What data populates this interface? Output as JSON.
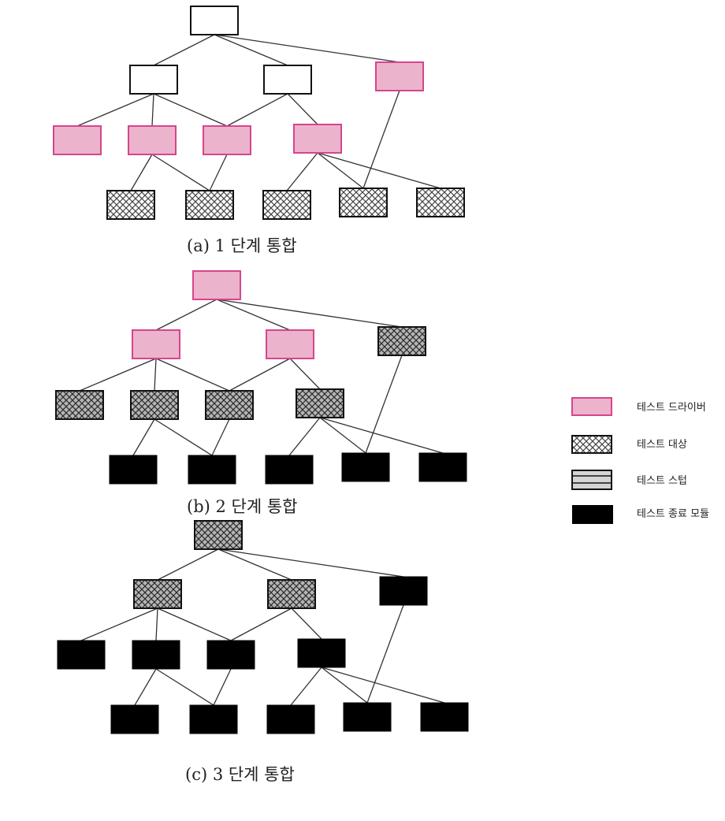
{
  "header_fragment": "",
  "colors": {
    "driver_fill": "#ecb3cc",
    "driver_stroke": "#d6458c",
    "target_fill_light": "#ffffff",
    "target_fill_dark": "#b5b5b5",
    "terminal_fill": "#000000",
    "stub_fill": "#d4d4d4",
    "line": "#333333"
  },
  "legend": {
    "items": [
      {
        "key": "driver",
        "label": "테스트 드라이버"
      },
      {
        "key": "target",
        "label": "테스트 대상"
      },
      {
        "key": "stub",
        "label": "테스트 스텁"
      },
      {
        "key": "terminal",
        "label": "테스트 종료 모듈"
      }
    ]
  },
  "panels": [
    {
      "id": "a",
      "caption": "(a) 1 단계 통합",
      "nodes": [
        {
          "id": "root",
          "type": "plain"
        },
        {
          "id": "m1",
          "type": "plain"
        },
        {
          "id": "m2",
          "type": "plain"
        },
        {
          "id": "m3",
          "type": "driver"
        },
        {
          "id": "l1",
          "type": "driver"
        },
        {
          "id": "l2",
          "type": "driver"
        },
        {
          "id": "l3",
          "type": "driver"
        },
        {
          "id": "l4",
          "type": "driver"
        },
        {
          "id": "b1",
          "type": "target-light"
        },
        {
          "id": "b2",
          "type": "target-light"
        },
        {
          "id": "b3",
          "type": "target-light"
        },
        {
          "id": "b4",
          "type": "target-light"
        },
        {
          "id": "b5",
          "type": "target-light"
        }
      ]
    },
    {
      "id": "b",
      "caption": "(b) 2 단계 통합",
      "nodes": [
        {
          "id": "root",
          "type": "driver"
        },
        {
          "id": "m1",
          "type": "driver"
        },
        {
          "id": "m2",
          "type": "driver"
        },
        {
          "id": "m3",
          "type": "target-dark"
        },
        {
          "id": "l1",
          "type": "target-dark"
        },
        {
          "id": "l2",
          "type": "target-dark"
        },
        {
          "id": "l3",
          "type": "target-dark"
        },
        {
          "id": "l4",
          "type": "target-dark"
        },
        {
          "id": "b1",
          "type": "terminal"
        },
        {
          "id": "b2",
          "type": "terminal"
        },
        {
          "id": "b3",
          "type": "terminal"
        },
        {
          "id": "b4",
          "type": "terminal"
        },
        {
          "id": "b5",
          "type": "terminal"
        }
      ]
    },
    {
      "id": "c",
      "caption": "(c) 3 단계 통합",
      "nodes": [
        {
          "id": "root",
          "type": "target-dark"
        },
        {
          "id": "m1",
          "type": "target-dark"
        },
        {
          "id": "m2",
          "type": "target-dark"
        },
        {
          "id": "m3",
          "type": "terminal"
        },
        {
          "id": "l1",
          "type": "terminal"
        },
        {
          "id": "l2",
          "type": "terminal"
        },
        {
          "id": "l3",
          "type": "terminal"
        },
        {
          "id": "l4",
          "type": "terminal"
        },
        {
          "id": "b1",
          "type": "terminal"
        },
        {
          "id": "b2",
          "type": "terminal"
        },
        {
          "id": "b3",
          "type": "terminal"
        },
        {
          "id": "b4",
          "type": "terminal"
        },
        {
          "id": "b5",
          "type": "terminal"
        }
      ]
    }
  ]
}
